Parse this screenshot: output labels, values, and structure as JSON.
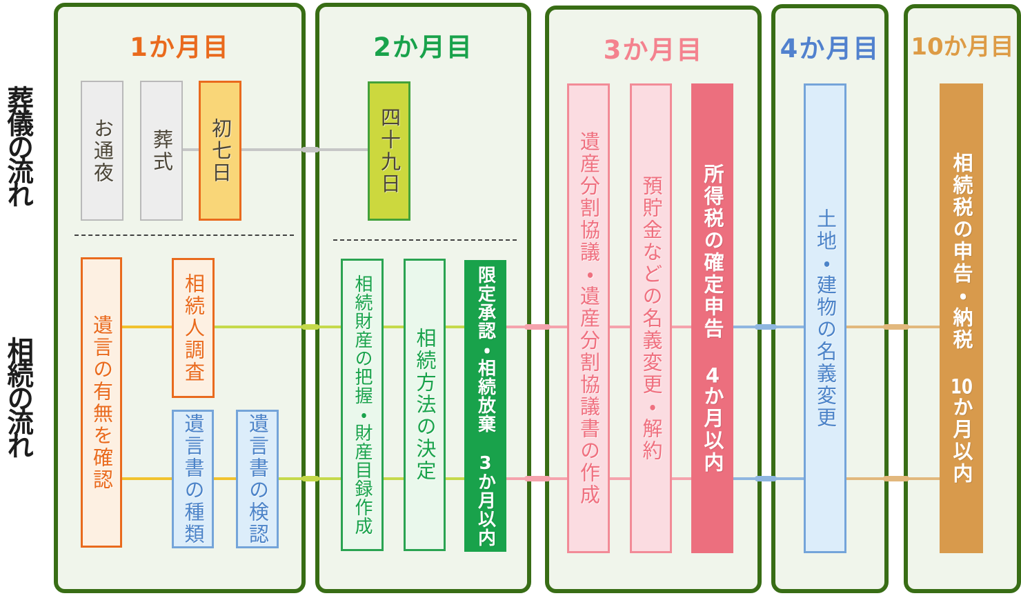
{
  "palette": {
    "panel-border": "#386d15",
    "panel-bg": "#f0f5eb",
    "orange": "#e96a1d",
    "orange-bg": "#fdf0e2",
    "yellow-bg": "#f9d678",
    "yellowgreen-border": "#43a13a",
    "yellowgreen-bg": "#ccd83e",
    "green": "#19a24b",
    "green-border": "#2aa351",
    "green-bg": "#eaf8ec",
    "pink-header": "#f4828e",
    "pink": "#ef707f",
    "pink-border": "#f28b97",
    "pink-bg": "#fbdce1",
    "pink-solid": "#ec6f7e",
    "blue-header": "#5181ce",
    "blue": "#4c83c8",
    "blue-border": "#74a4d9",
    "blue-bg": "#dcedfa",
    "tan": "#dd9b45",
    "tan-solid": "#d89a4c",
    "gray-border": "#b9b9b9",
    "gray-bg": "#ededed",
    "dark-text": "#4b4537",
    "side-label": "#1d1d1d",
    "line-gray": "#c6c6c6",
    "line-yellow": "#f1c22e",
    "line-ygreen": "#c5d94b",
    "line-pink": "#f5a3ad",
    "line-blue": "#8fb6e0",
    "line-tan": "#e2b87d"
  },
  "side_labels": {
    "funeral": "葬儀の流れ",
    "inheritance": "相続の流れ"
  },
  "months": [
    {
      "label": "1か月目",
      "boxes": [
        {
          "label": "お通夜"
        },
        {
          "label": "葬式"
        },
        {
          "label": "初七日"
        },
        {
          "label": "遺言の有無を確認"
        },
        {
          "label": "相続人調査"
        },
        {
          "label": "遺言書の種類"
        },
        {
          "label": "遺言書の検認"
        }
      ]
    },
    {
      "label": "2か月目",
      "boxes": [
        {
          "label": "四十九日"
        },
        {
          "label": "相続財産の把握・財産目録作成"
        },
        {
          "label": "相続方法の決定"
        },
        {
          "label": "限定承認・相続放棄 3か月以内"
        }
      ]
    },
    {
      "label": "3か月目",
      "boxes": [
        {
          "label": "遺産分割協議・遺産分割協議書の作成"
        },
        {
          "label": "預貯金などの名義変更・解約"
        },
        {
          "label": "所得税の確定申告 4か月以内"
        }
      ]
    },
    {
      "label": "4か月目",
      "boxes": [
        {
          "label": "土地・建物の名義変更"
        }
      ]
    },
    {
      "label": "10か月目",
      "boxes": [
        {
          "label": "相続税の申告・納税 10か月以内"
        }
      ]
    }
  ]
}
